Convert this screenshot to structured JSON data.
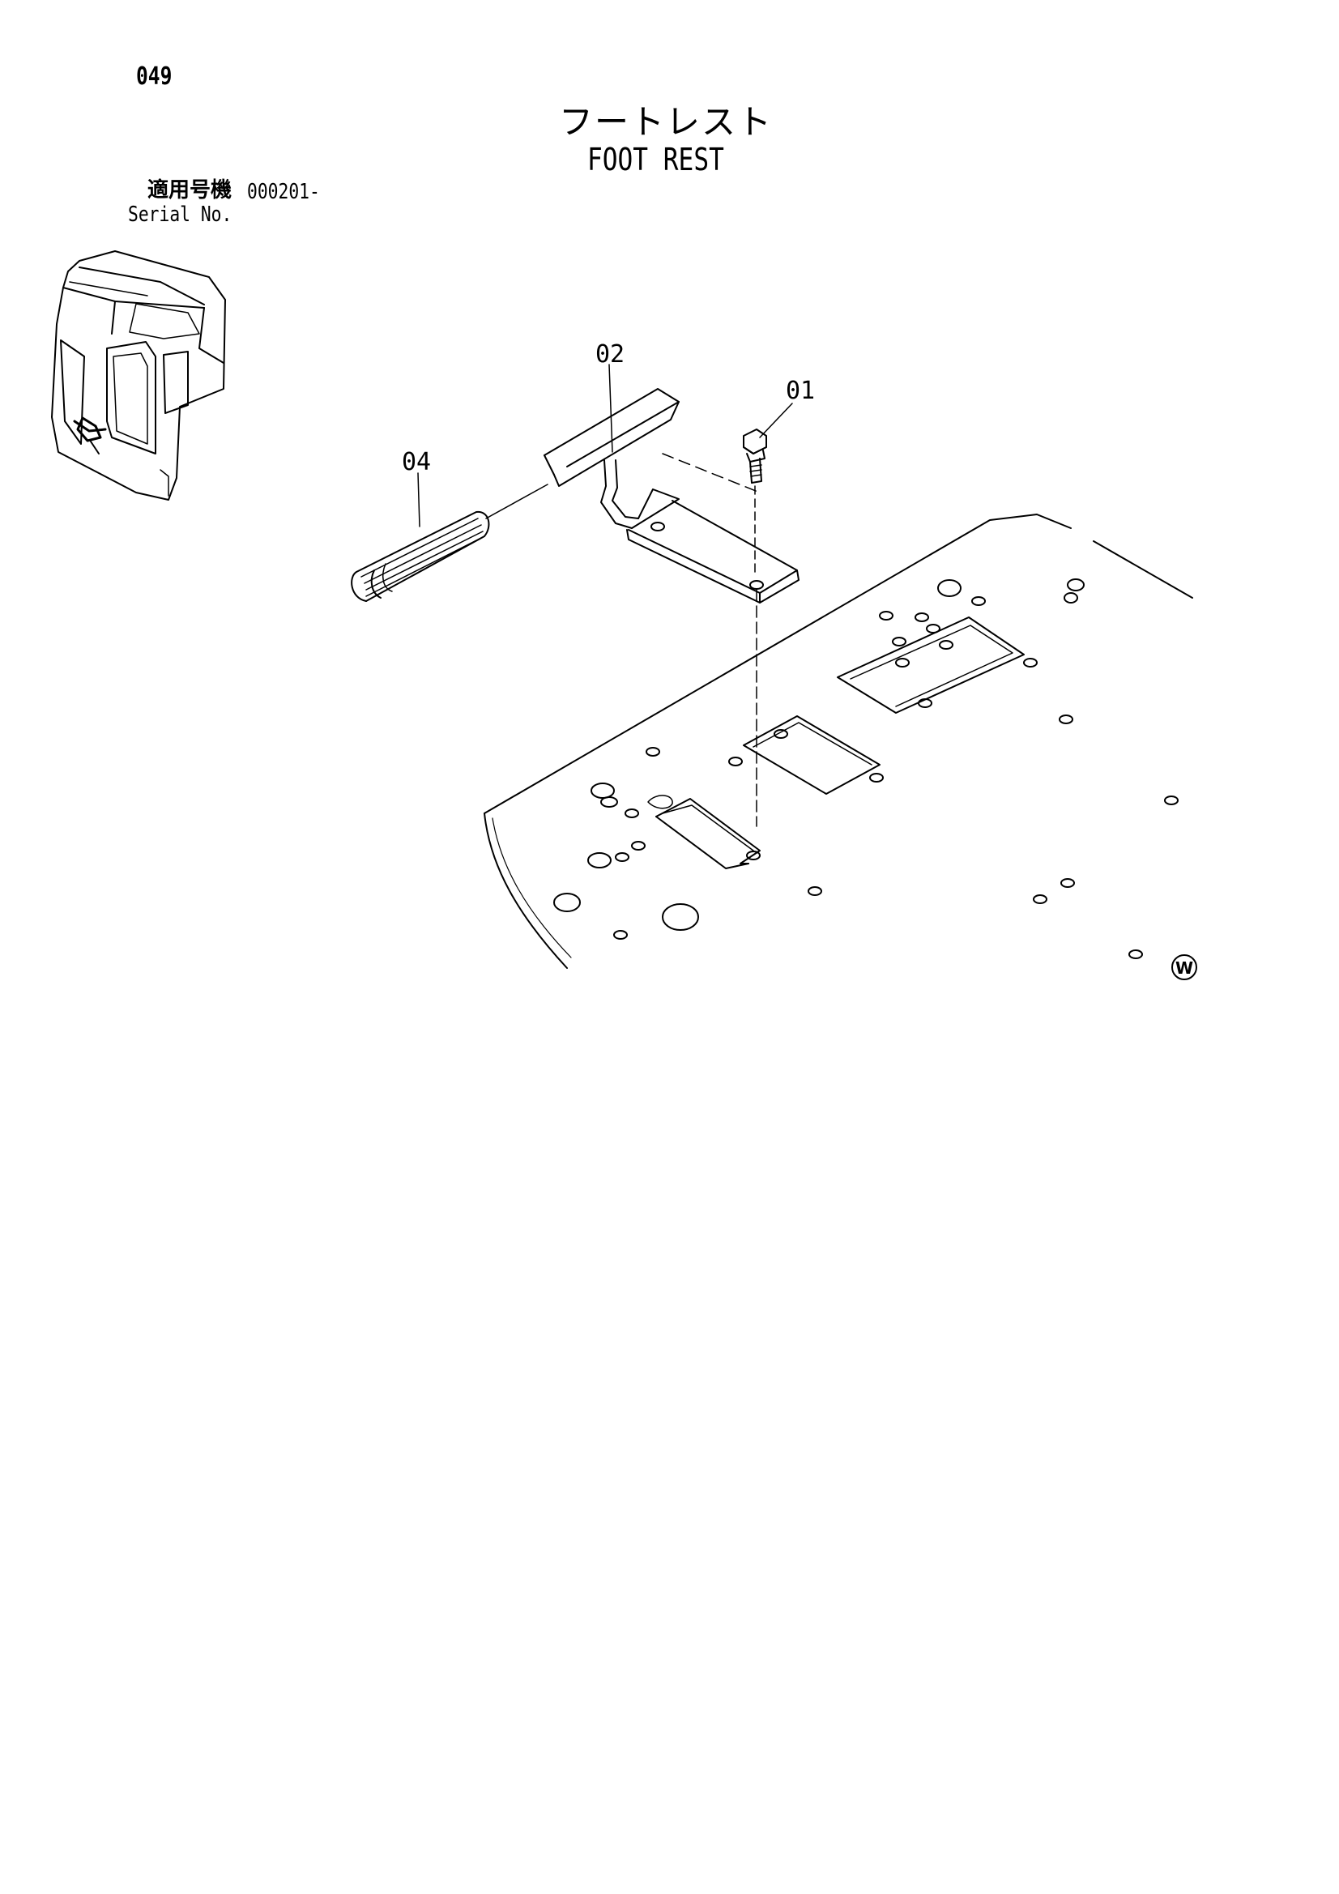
{
  "page": {
    "number": "049",
    "title_jp": "フートレスト",
    "title_en": "FOOT REST"
  },
  "serial": {
    "label_jp": "適用号機",
    "number": "000201-",
    "label_en": "Serial No."
  },
  "diagram": {
    "callouts": {
      "p01": "01",
      "p02": "02",
      "p04": "04"
    },
    "marker": "W",
    "icons": {
      "cab": "cab-location-icon",
      "bolt": "bolt-icon",
      "bracket": "foot-rest-bracket-icon",
      "grip": "rubber-grip-icon",
      "floor": "floor-plate-icon"
    }
  }
}
